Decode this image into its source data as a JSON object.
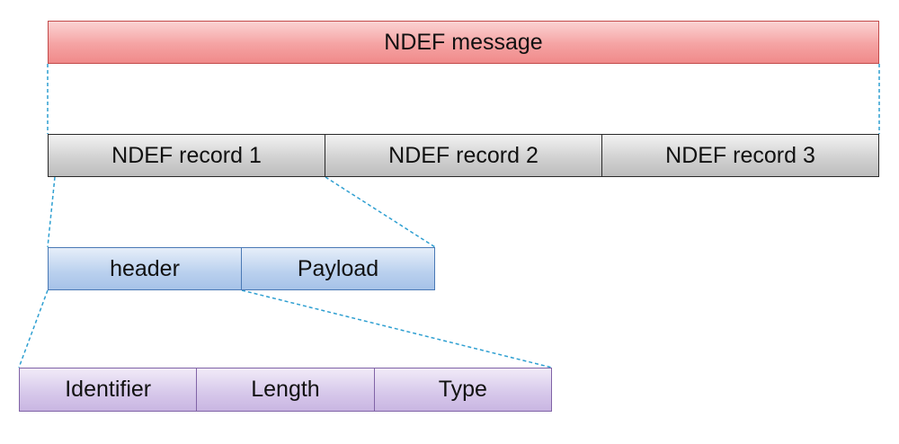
{
  "message": {
    "label": "NDEF message"
  },
  "records": [
    {
      "label": "NDEF record 1"
    },
    {
      "label": "NDEF record 2"
    },
    {
      "label": "NDEF record 3"
    }
  ],
  "record_parts": [
    {
      "label": "header"
    },
    {
      "label": "Payload"
    }
  ],
  "header_fields": [
    {
      "label": "Identifier"
    },
    {
      "label": "Length"
    },
    {
      "label": "Type"
    }
  ],
  "colors": {
    "message_fill": "#f5a3a3",
    "record_fill": "#cfcfcf",
    "part_fill": "#b9d0ee",
    "field_fill": "#d6c7ea",
    "connector": "#2e9fd1"
  }
}
